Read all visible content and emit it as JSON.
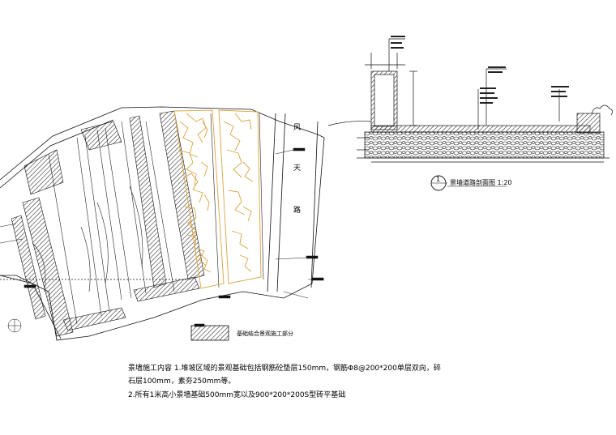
{
  "road": {
    "chars": [
      "风",
      "天",
      "路"
    ]
  },
  "legend": {
    "label": "基础结合景观施工部分"
  },
  "section": {
    "number": "1",
    "title": "景墙道路剖面图 1:20"
  },
  "notes": {
    "line1": "景墙施工内容 1.堆坡区域的景观基础包括钢筋砼垫层150mm，钢筋Φ8@200*200单层双向，碎",
    "line2": "石层100mm，素夯250mm等。",
    "line3": "2.所有1米高小景墙基础500mm宽以及900*200*200S型砖平基础"
  },
  "colors": {
    "line": "#111111",
    "paving": "#d9a441",
    "hatch": "#555555"
  }
}
